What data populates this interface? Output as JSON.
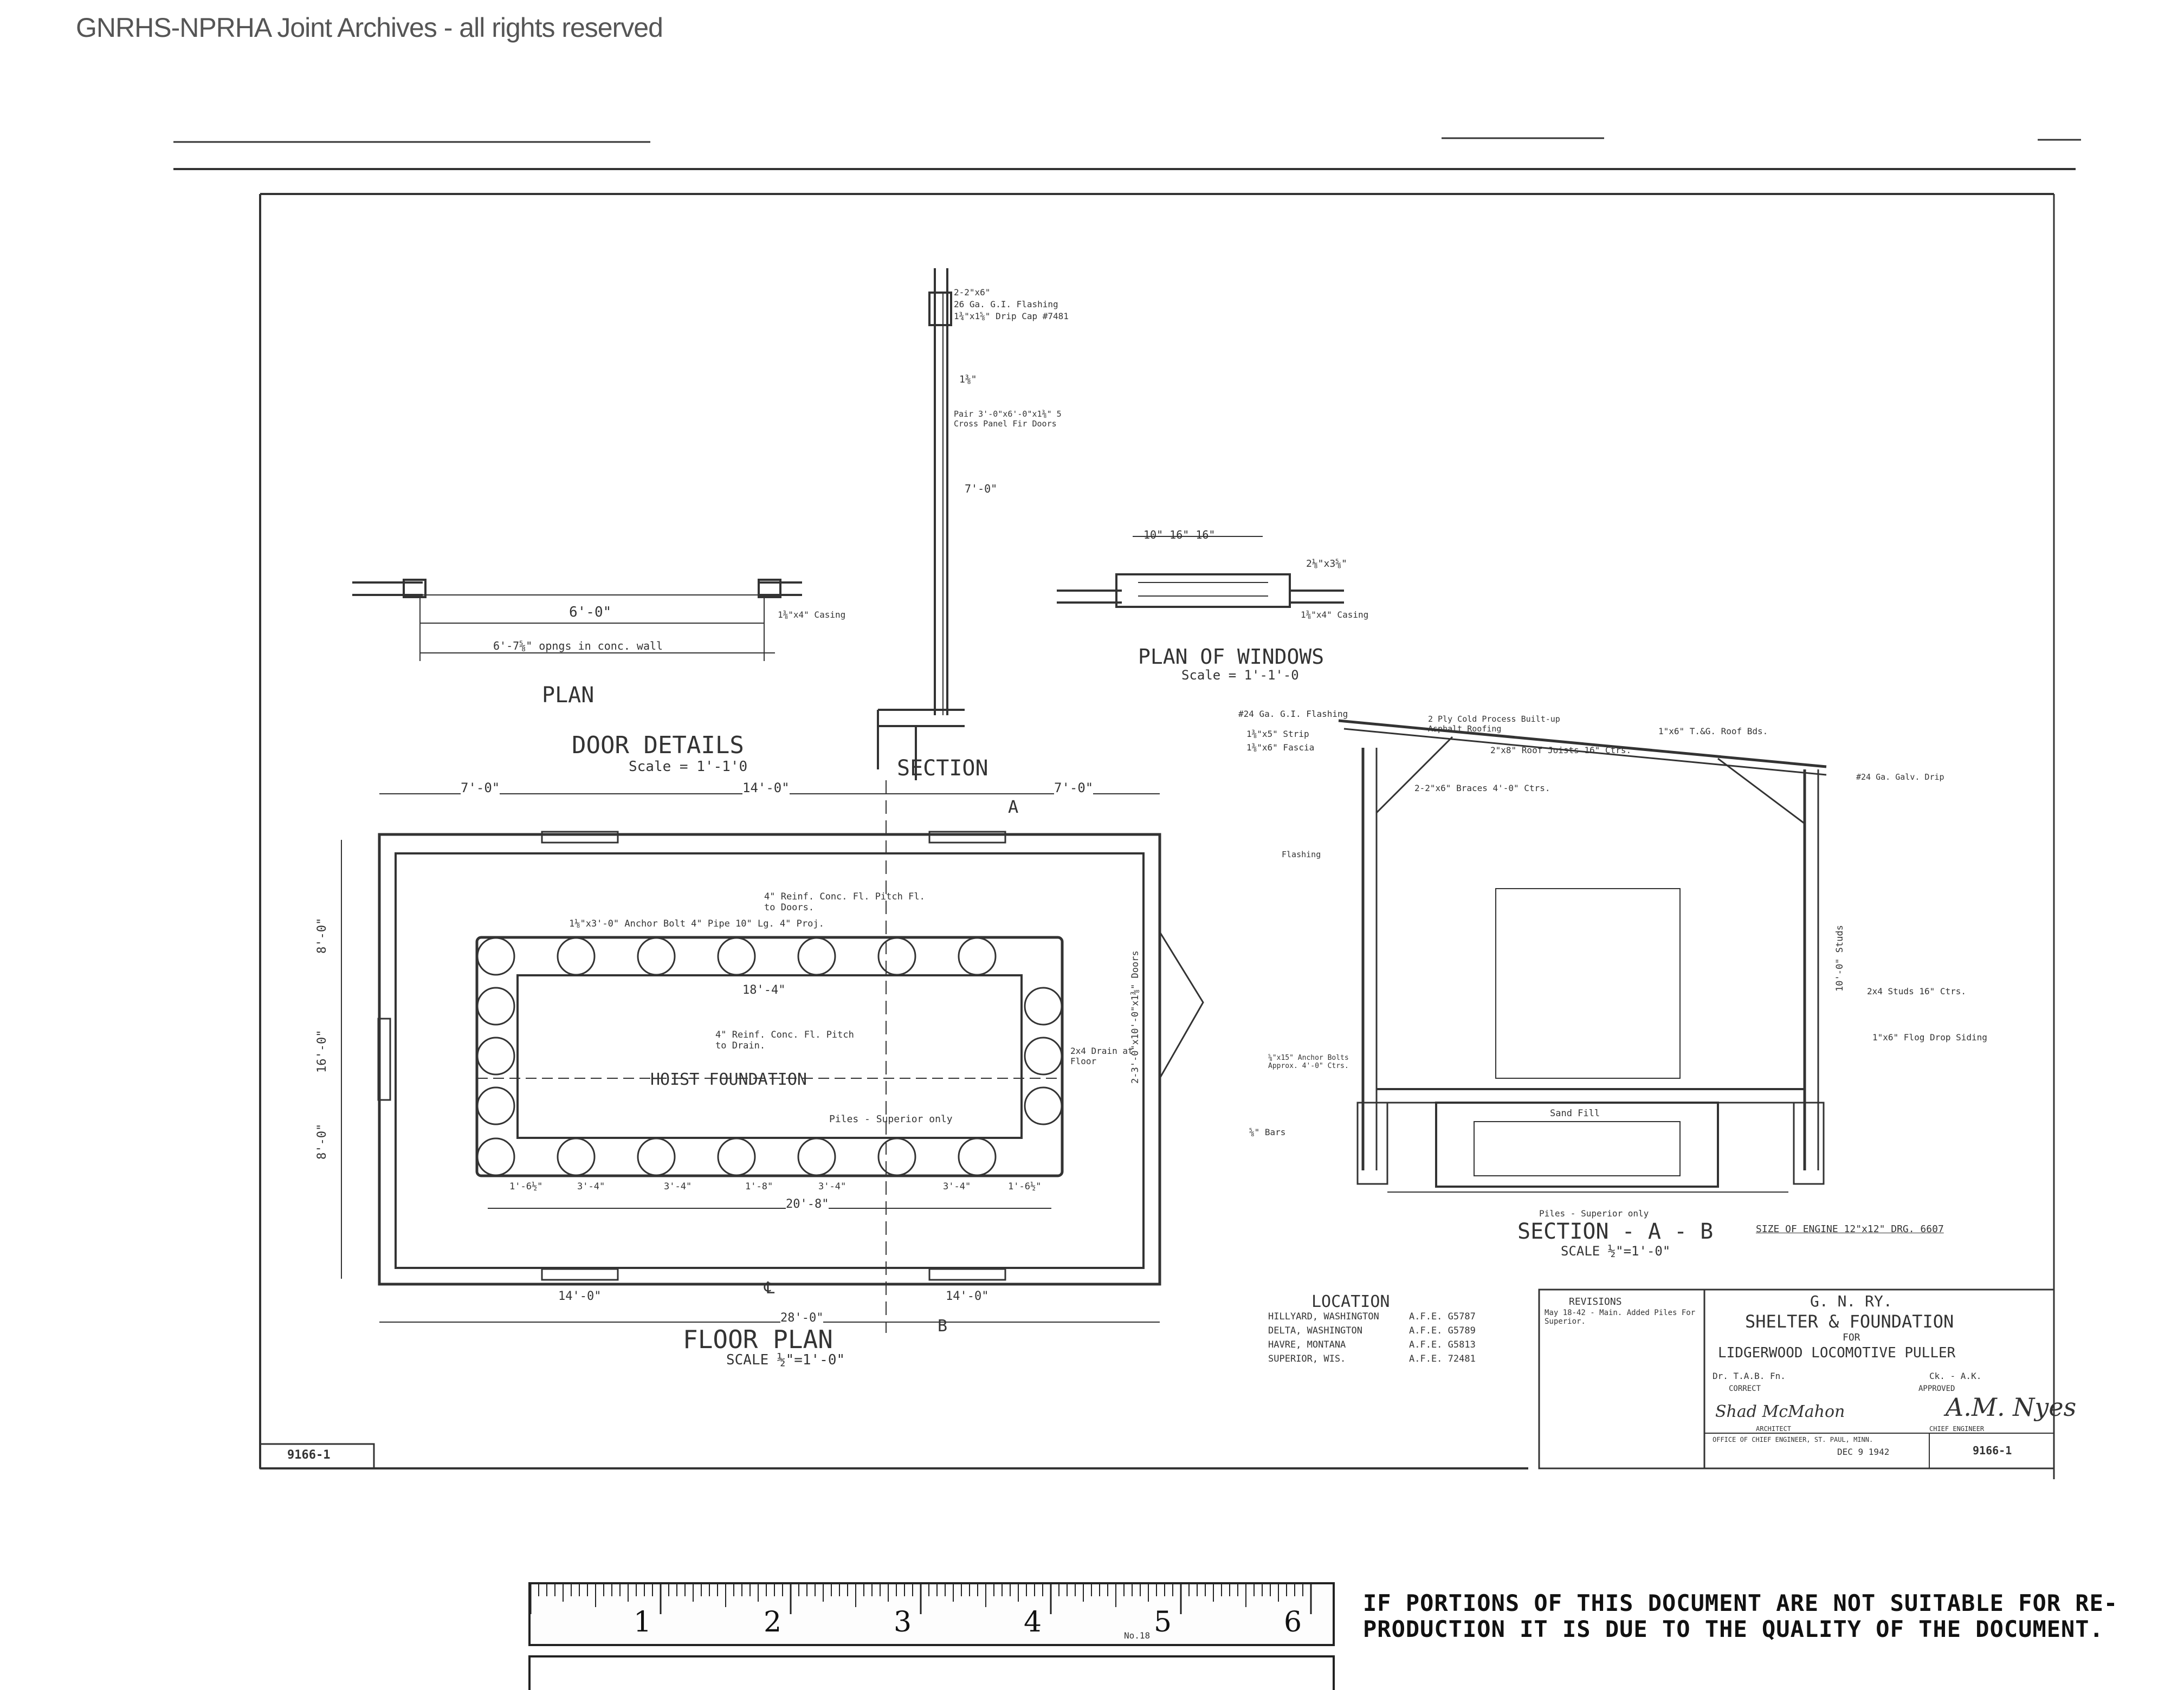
{
  "watermark": "GNRHS-NPRHA Joint Archives - all rights reserved",
  "drawing_number": "9166-1",
  "door_details": {
    "title": "DOOR DETAILS",
    "scale": "Scale = 1'-1'0",
    "plan_label": "PLAN",
    "section_label": "SECTION",
    "dim_opening": "6'-0\"",
    "dim_wall": "6'-7⅝\" opngs in conc. wall",
    "notes": [
      "2-2\"x6\"",
      "26 Ga. G.I. Flashing",
      "1¾\"x1⅝\" Drip Cap #7481",
      "1⅜\"",
      "Pair 3'-0\"x6'-0\"x1⅜\" 5 Cross Panel Fir Doors",
      "7'-0\"",
      "1⅜\"x4\" Casing"
    ]
  },
  "plan_of_windows": {
    "title": "PLAN OF WINDOWS",
    "scale": "Scale = 1'-1'-0",
    "dims": "10\" 16\" 16\"",
    "notes": [
      "2⅛\"x3⅝\"",
      "1⅜\"x4\" Casing"
    ]
  },
  "floor_plan": {
    "title": "FLOOR PLAN",
    "scale": "SCALE ½\"=1'-0\"",
    "dim_top": [
      "7'-0\"",
      "14'-0\"",
      "7'-0\""
    ],
    "dim_bottom": [
      "14'-0\"",
      "28'-0\"",
      "14'-0\""
    ],
    "dim_inner": [
      "1'-6½\"",
      "3'-4\"",
      "3'-4\"",
      "1'-8\"",
      "3'-4\"",
      "3'-4\"",
      "1'-6½\""
    ],
    "dim_inner_total": "20'-8\"",
    "dim_length": "18'-4\"",
    "dim_left": [
      "8'-0\"",
      "16'-0\"",
      "8'-0\""
    ],
    "hoist": "HOIST FOUNDATION",
    "notes": [
      "4\" Reinf. Conc. Fl. Pitch Fl. to Doors.",
      "1⅛\"x3'-0\" Anchor Bolt 4\" Pipe 10\" Lg. 4\" Proj.",
      "4\" Reinf. Conc. Fl. Pitch to Drain.",
      "Piles - Superior only",
      "2x4 Drain at Floor",
      "2-3'-0\"x10'-0\"x1⅜\" Doors"
    ],
    "marker_a": "A",
    "marker_b": "B",
    "center": "℄"
  },
  "section_ab": {
    "title": "SECTION - A - B",
    "scale": "SCALE ½\"=1'-0\"",
    "notes": [
      "#24 Ga. G.I. Flashing",
      "1⅜\"x5\" Strip",
      "1⅜\"x6\" Fascia",
      "2 Ply Cold Process Built-up Asphalt Roofing",
      "2\"x8\" Roof Joists 16\" Ctrs.",
      "1\"x6\" T.&G. Roof Bds.",
      "2-2\"x6\" Braces 4'-0\" Ctrs.",
      "#24 Ga. Galv. Drip",
      "Flashing",
      "10'-0\" Studs",
      "2x4 Studs 16\" Ctrs.",
      "1\"x6\" Flog Drop Siding",
      "⅝\"x15\" Anchor Bolts Approx. 4'-0\" Ctrs.",
      "⅝\" Bars",
      "Sand Fill",
      "Piles - Superior only",
      "SIZE OF ENGINE 12\"x12\" DRG. 6607"
    ]
  },
  "location": {
    "title": "LOCATION",
    "rows": [
      {
        "place": "HILLYARD, WASHINGTON",
        "afe": "A.F.E. G5787"
      },
      {
        "place": "DELTA, WASHINGTON",
        "afe": "A.F.E. G5789"
      },
      {
        "place": "HAVRE, MONTANA",
        "afe": "A.F.E. G5813"
      },
      {
        "place": "SUPERIOR, WIS.",
        "afe": "A.F.E. 72481"
      }
    ]
  },
  "revisions": {
    "title": "REVISIONS",
    "text": "May 18-42 - Main. Added Piles For Superior."
  },
  "title_block": {
    "railway": "G. N. RY.",
    "line1": "SHELTER & FOUNDATION",
    "line2": "FOR",
    "line3": "LIDGERWOOD LOCOMOTIVE PULLER",
    "drawn": "Dr. T.A.B. Fn.",
    "ck": "Ck. - A.K.",
    "correct": "CORRECT",
    "approved": "APPROVED",
    "engineer_sig": "Shad McMahon",
    "engineer_title": "ARCHITECT",
    "chief_sig": "A.M. Nyes",
    "chief_title": "CHIEF ENGINEER",
    "office": "OFFICE OF CHIEF ENGINEER, ST. PAUL, MINN.",
    "date": "DEC 9 1942",
    "number": "9166-1"
  },
  "ruler": {
    "numbers": [
      "1",
      "2",
      "3",
      "4",
      "5",
      "6"
    ],
    "brand": "No.18"
  },
  "notice": {
    "line1": "IF PORTIONS OF THIS DOCUMENT ARE NOT SUITABLE FOR RE-",
    "line2": "PRODUCTION IT IS DUE TO THE QUALITY OF THE DOCUMENT."
  }
}
